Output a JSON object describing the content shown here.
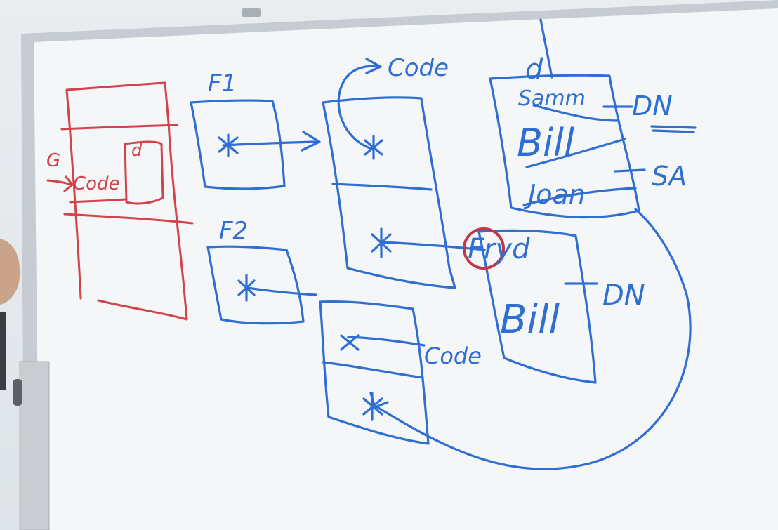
{
  "whiteboard": {
    "labels": {
      "g": "G",
      "code_red": "Code",
      "d_red": "d",
      "f1": "F1",
      "f2": "F2",
      "code_top": "Code",
      "code_bottom": "Code",
      "samm": "Samm",
      "bill_top": "Bill",
      "joan": "Joan",
      "fryd": "Fryd",
      "bill_bottom": "Bill",
      "dn_top": "DN",
      "sa": "SA",
      "dn_bottom": "DN",
      "d_top": "d"
    },
    "colors": {
      "board": "#f5f7f8",
      "frame": "#c8cdd2",
      "blue_marker": "#2f6fd3",
      "red_marker": "#d2434a"
    }
  }
}
